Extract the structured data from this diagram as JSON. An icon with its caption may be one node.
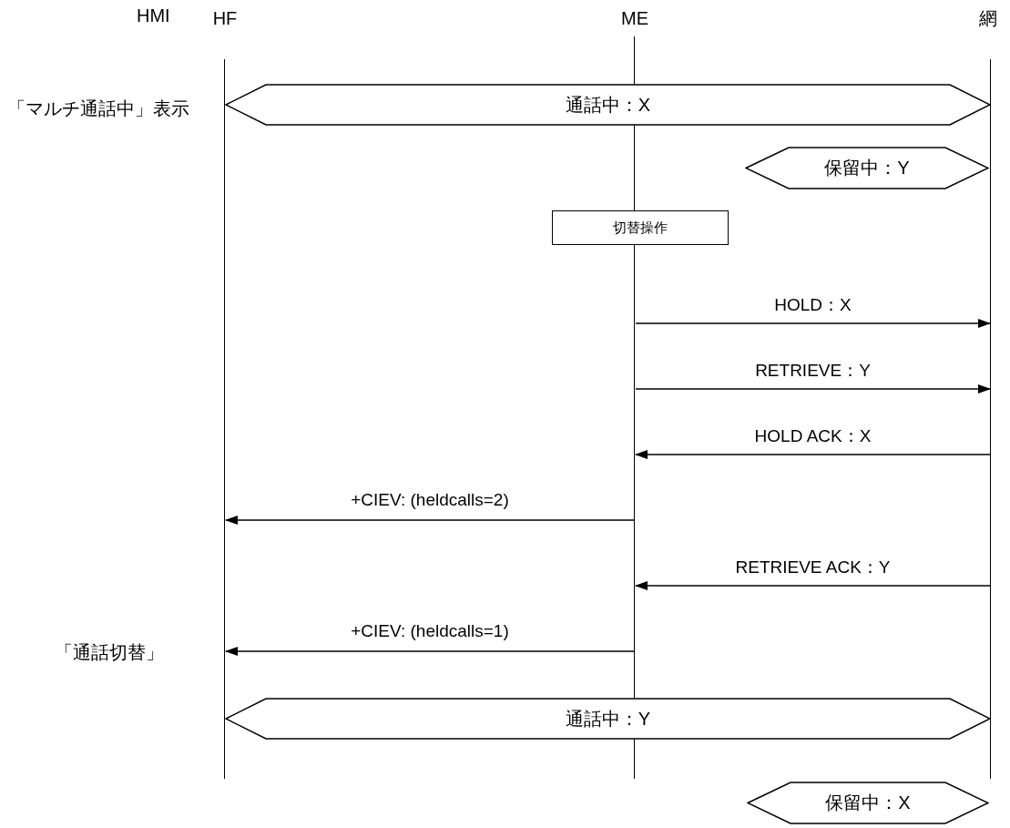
{
  "diagram": {
    "nodes": [
      {
        "text": [
          "HF"
        ]
      },
      {
        "text": [
          "ME"
        ]
      },
      {
        "text": [
          "網"
        ]
      },
      {
        "text": [
          "通話中：X"
        ]
      },
      {
        "text": [
          "保留中：Y"
        ]
      },
      {
        "text": [
          "切替操作"
        ]
      },
      {
        "text": [
          "通話中：Y"
        ]
      },
      {
        "text": [
          "保留中：X"
        ]
      }
    ],
    "edges": [
      {
        "from": 1,
        "to": 2,
        "arrow": "to",
        "label": "HOLD：X"
      },
      {
        "from": 1,
        "to": 2,
        "arrow": "to",
        "label": "RETRIEVE：Y"
      },
      {
        "from": 2,
        "to": 1,
        "arrow": "to",
        "label": "HOLD ACK：X"
      },
      {
        "from": 1,
        "to": 0,
        "arrow": "to",
        "label": "+CIEV: (heldcalls=2)"
      },
      {
        "from": 2,
        "to": 1,
        "arrow": "to",
        "label": "RETRIEVE ACK：Y"
      },
      {
        "from": 1,
        "to": 0,
        "arrow": "to",
        "label": "+CIEV: (heldcalls=1)"
      }
    ],
    "labels": [
      "HMI",
      "「マルチ通話中」表示",
      "「通話切替」"
    ]
  }
}
